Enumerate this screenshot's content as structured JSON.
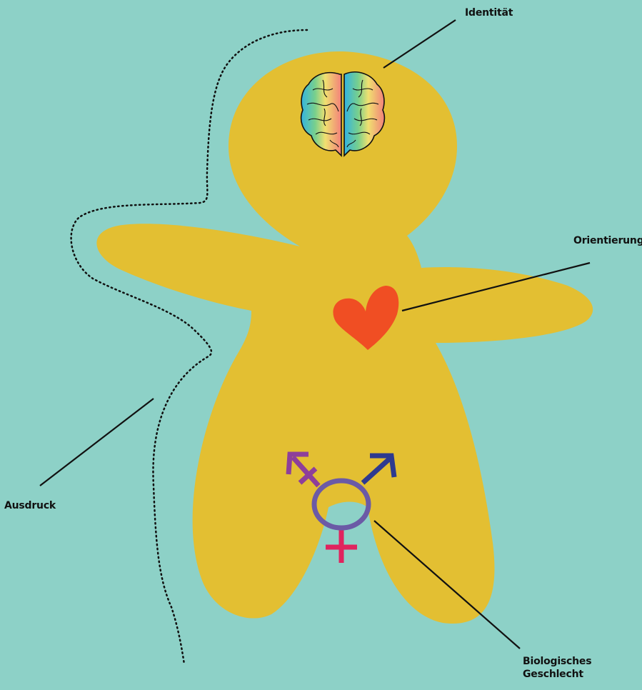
{
  "labels": {
    "identity": "Identität",
    "orientation": "Orientierung",
    "expression": "Ausdruck",
    "biological_sex_line1": "Biologisches",
    "biological_sex_line2": "Geschlecht"
  },
  "colors": {
    "background": "#8dd1c7",
    "body": "#e3bf32",
    "heart": "#f04e23",
    "symbol_circle": "#6b5aa6",
    "symbol_male_arrow": "#2e3a8f",
    "symbol_trans_arrow": "#8e3f9a",
    "symbol_female_cross": "#e0245e",
    "lines": "#111111"
  },
  "icons": {
    "brain": "brain-icon",
    "heart": "heart-icon",
    "gender": "transgender-symbol-icon"
  }
}
